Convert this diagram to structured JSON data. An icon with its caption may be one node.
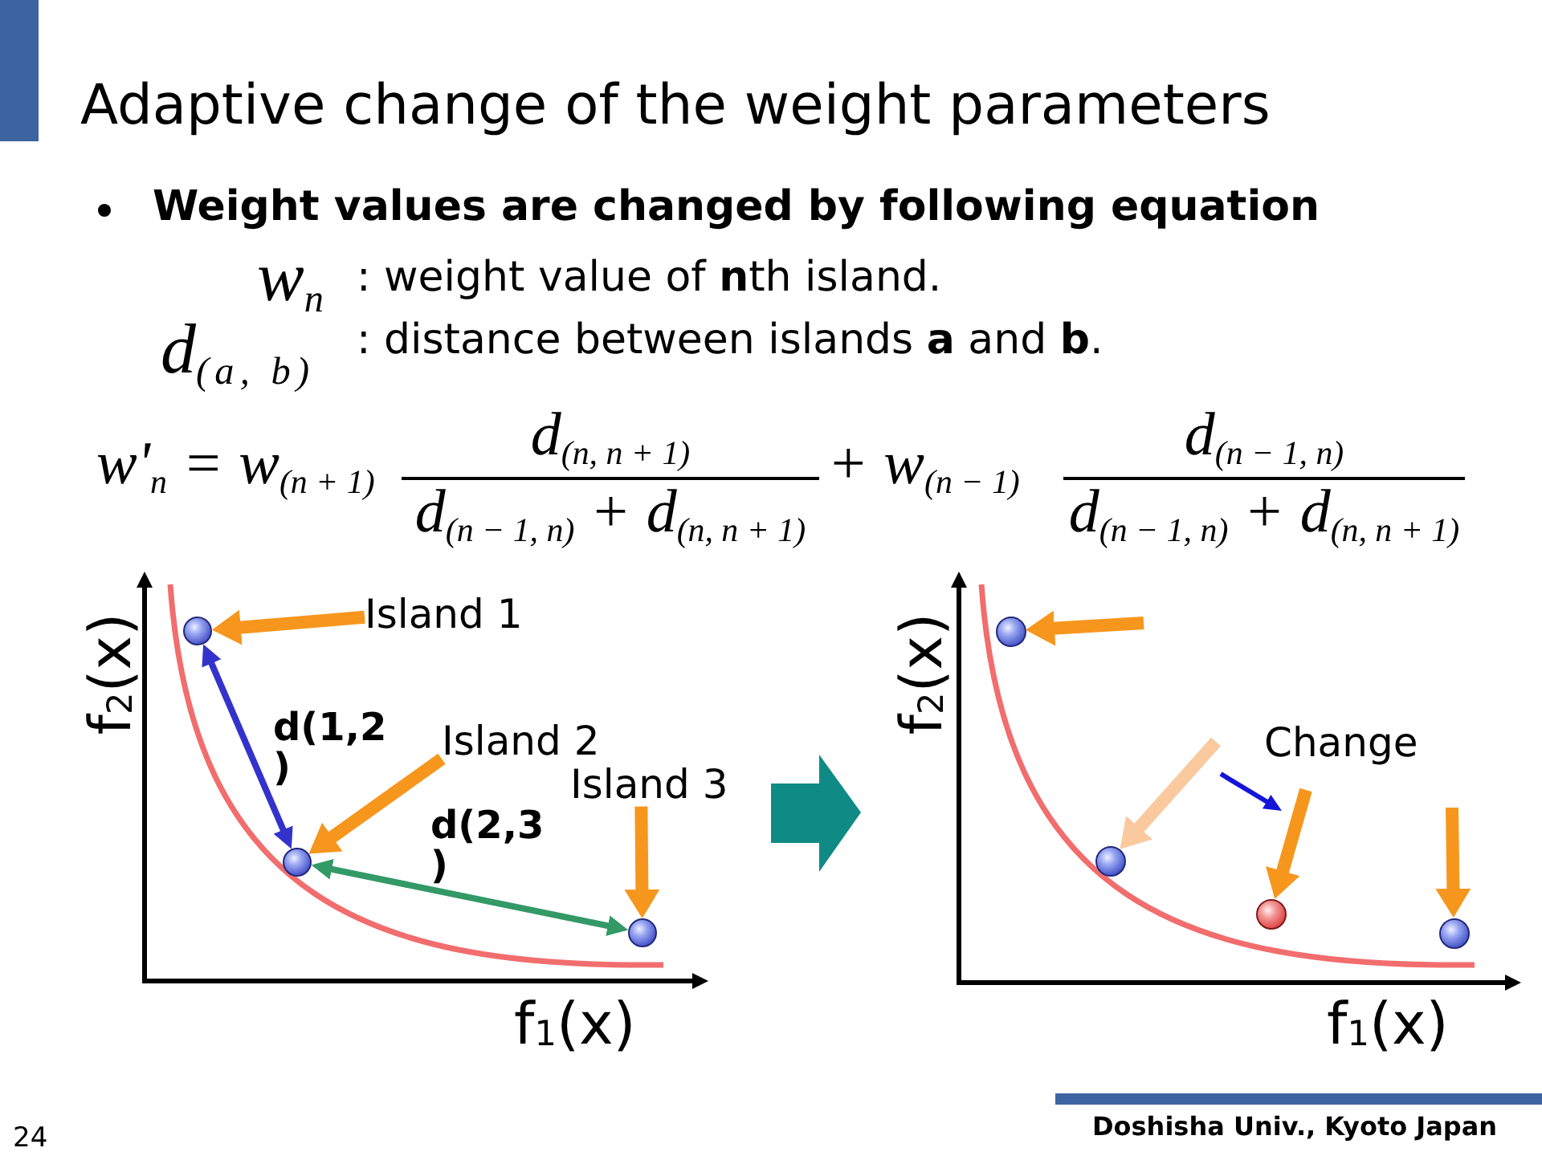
{
  "diagram": {
    "title": "Adaptive change of the weight parameters",
    "nodes": [
      {
        "text": [],
        "shape": "circle"
      },
      {
        "text": [
          "Island 1"
        ]
      },
      {
        "text": [
          "Island 2"
        ]
      },
      {
        "text": [],
        "shape": "circle"
      },
      {
        "text": [
          "Island 3"
        ]
      },
      {
        "text": [],
        "shape": "circle"
      },
      {
        "text": [],
        "shape": "circle"
      },
      {
        "text": [],
        "shape": "circle"
      },
      {
        "text": [],
        "shape": "circle"
      },
      {
        "text": [],
        "shape": "circle"
      }
    ],
    "edges": [
      {
        "from": 0,
        "to": 3,
        "arrow": "both",
        "label": "d(1,2 )",
        "color": "#3333cc"
      },
      {
        "from": 3,
        "to": 5,
        "arrow": "both",
        "label": "d(2,3 )",
        "color": "#339966"
      },
      {
        "from": 1,
        "to": 0,
        "arrow": "to"
      },
      {
        "from": 2,
        "to": 3,
        "arrow": "to"
      },
      {
        "from": 4,
        "to": 5,
        "arrow": "to"
      },
      {
        "from": null,
        "to": 6,
        "arrow": "to"
      },
      {
        "from": null,
        "to": 7,
        "arrow": "to",
        "color": "#fac99e"
      },
      {
        "from": null,
        "to": 8,
        "arrow": "to"
      },
      {
        "from": null,
        "to": 9,
        "arrow": "to"
      }
    ],
    "labels": [
      "Weight values are changed by following equation",
      "w$_{n}$",
      ": weight value of **n**th island.",
      "d$_{(a, b)}$",
      ": distance between islands **a** and **b**.",
      "w'$_{n}$ = w$_{(n + 1)}$",
      "d$_{(n, n + 1)}$",
      "d$_{(n − 1, n)}$ + d$_{(n, n + 1)}$",
      "+ w$_{(n − 1)}$",
      "d$_{(n − 1, n)}$",
      "d$_{(n − 1, n)}$ + d$_{(n, n + 1)}$",
      "f$_{2}$(x)",
      "f$_{1}$(x)",
      "f$_{2}$(x)",
      "Change",
      "f$_{1}$(x)",
      "24",
      "Doshisha Univ., Kyoto Japan"
    ]
  }
}
